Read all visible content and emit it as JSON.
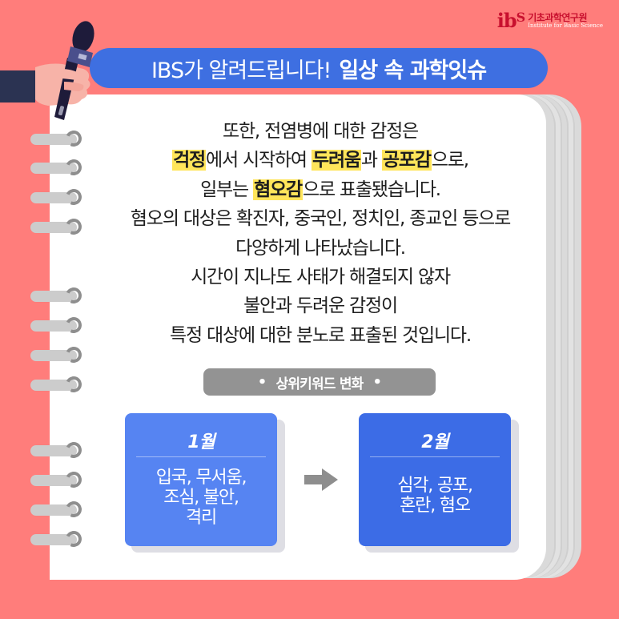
{
  "logo": {
    "mark_i": "i",
    "mark_b": "b",
    "mark_s": "S",
    "name_kr": "기초과학연구원",
    "name_en": "Institute for Basic Science"
  },
  "header": {
    "title_light": "IBS가 알려드립니다!",
    "title_bold": "일상 속 과학잇슈"
  },
  "body": {
    "line1": "또한, 전염병에 대한 감정은",
    "line2": {
      "hl1": "걱정",
      "t1": "에서 시작하여 ",
      "hl2": "두려움",
      "t2": "과 ",
      "hl3": "공포감",
      "t3": "으로,"
    },
    "line3": {
      "t1": "일부는 ",
      "hl1": "혐오감",
      "t2": "으로 표출됐습니다."
    },
    "line4": "혐오의 대상은 확진자, 중국인, 정치인, 종교인 등으로",
    "line5": "다양하게 나타났습니다.",
    "line6": "시간이 지나도 사태가 해결되지 않자",
    "line7": "불안과 두려운 감정이",
    "line8": "특정 대상에 대한 분노로 표출된 것입니다."
  },
  "keyword_section": {
    "badge_dot_left": "•",
    "badge_label": "상위키워드 변화",
    "badge_dot_right": "•",
    "cards": [
      {
        "month": "1월",
        "line1": "입국, 무서움,",
        "line2": "조심, 불안,",
        "line3": "격리",
        "color": "#5684F2"
      },
      {
        "month": "2월",
        "line1": "심각, 공포,",
        "line2": "혼란, 혐오",
        "color": "#3C6CE6"
      }
    ],
    "arrow_icon": "right-arrow"
  },
  "colors": {
    "background": "#FF7D7B",
    "header_pill": "#3E6FE1",
    "highlight": "#FFE55A",
    "badge": "#939393",
    "text": "#1E1E1E"
  }
}
